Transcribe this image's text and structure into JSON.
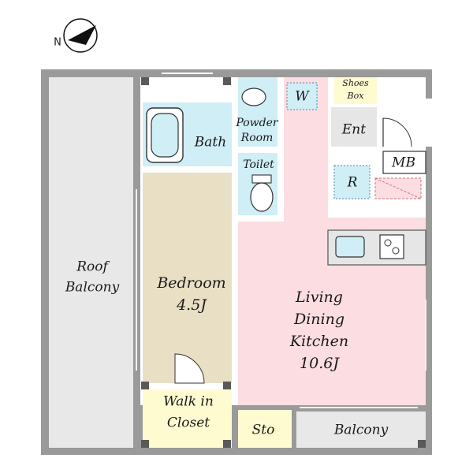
{
  "compass": {
    "label": "N"
  },
  "rooms": {
    "roof_balcony": {
      "line1": "Roof",
      "line2": "Balcony",
      "color": "#e8e8e8"
    },
    "bath": {
      "label": "Bath",
      "color": "#cfeef6"
    },
    "powder_room": {
      "line1": "Powder",
      "line2": "Room",
      "color": "#cfeef6"
    },
    "toilet": {
      "label": "Toilet",
      "color": "#cfeef6"
    },
    "washer": {
      "label": "W",
      "color": "#cfeef6"
    },
    "shoes_box": {
      "line1": "Shoes",
      "line2": "Box",
      "color": "#fffbd0"
    },
    "entrance": {
      "label": "Ent",
      "color": "#e6e6e6"
    },
    "meter_box": {
      "label": "MB"
    },
    "refrigerator": {
      "label": "R",
      "color": "#cfeef6"
    },
    "bedroom": {
      "line1": "Bedroom",
      "line2": "4.5J",
      "color": "#e9dfc4"
    },
    "ldk": {
      "line1": "Living",
      "line2": "Dining",
      "line3": "Kitchen",
      "line4": "10.6J",
      "color": "#fbdde2"
    },
    "walk_in_closet": {
      "line1": "Walk in",
      "line2": "Closet",
      "color": "#fffbd0"
    },
    "storage": {
      "label": "Sto",
      "color": "#fffbd0"
    },
    "balcony": {
      "label": "Balcony",
      "color": "#e8e8e8"
    }
  },
  "colors": {
    "wall": "#9a9a9a",
    "wall_dark": "#5a5a5a"
  }
}
